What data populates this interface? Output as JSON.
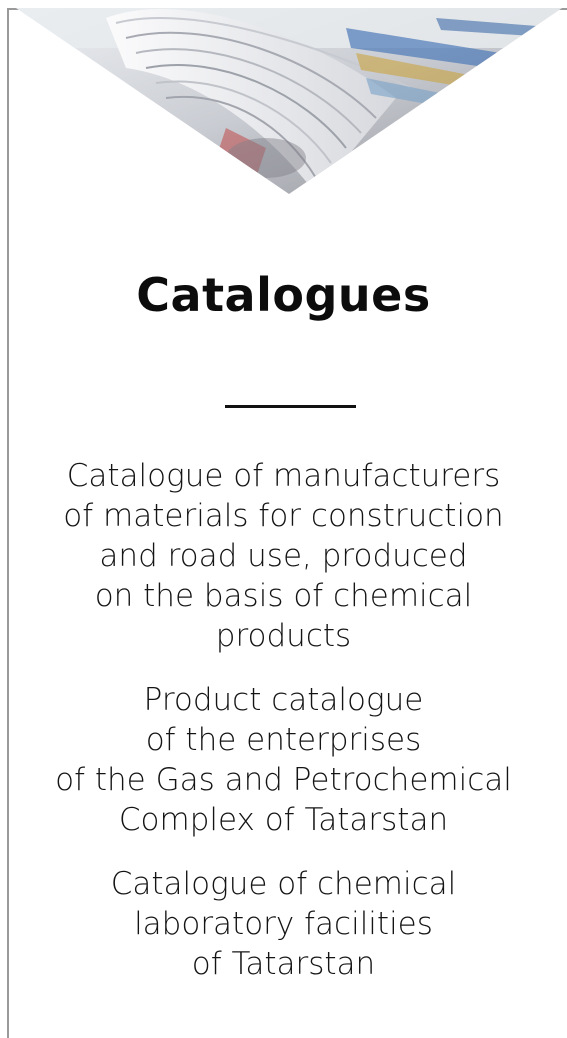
{
  "page": {
    "title": "Catalogues"
  },
  "catalogues": [
    {
      "lines": [
        "Catalogue of manufacturers",
        "of materials for construction",
        "and road use, produced",
        "on the basis of chemical",
        "products"
      ]
    },
    {
      "lines": [
        "Product catalogue",
        "of the enterprises",
        "of the Gas and Petrochemical",
        "Complex of Tatarstan"
      ]
    },
    {
      "lines": [
        "Catalogue of chemical",
        "laboratory facilities",
        "of Tatarstan"
      ]
    }
  ],
  "colors": {
    "frame": "#9a9a9a",
    "text": "#141414",
    "background": "#ffffff"
  },
  "icons": {
    "hero": "magazine-pages-image"
  }
}
